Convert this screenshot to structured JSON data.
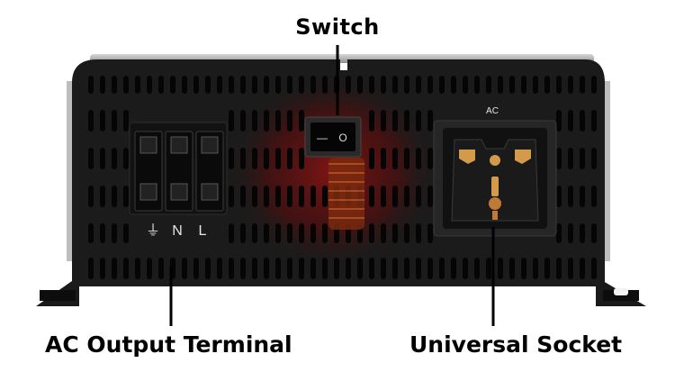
{
  "callouts": {
    "switch": "Switch",
    "ac_output_terminal": "AC Output Terminal",
    "universal_socket": "Universal Socket"
  },
  "panel_marks": {
    "socket_label": "AC",
    "terminal_labels": [
      "⏚",
      "N",
      "L"
    ],
    "rocker_symbols": [
      "—",
      "O"
    ]
  },
  "colors": {
    "panel": "#1b1b1b",
    "slot": "#050505",
    "interior_glow": "#7a1212",
    "leader_line": "#000000"
  }
}
